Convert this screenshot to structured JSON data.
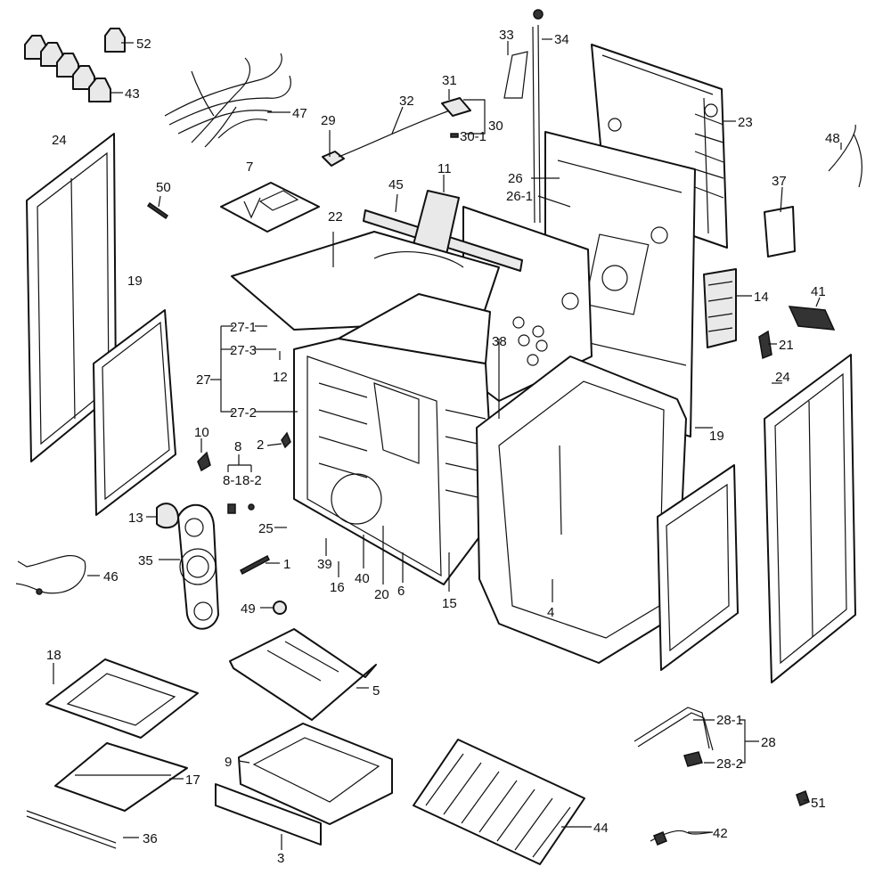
{
  "labels": {
    "l1": "1",
    "l2": "2",
    "l3": "3",
    "l4": "4",
    "l5": "5",
    "l6": "6",
    "l7": "7",
    "l8": "8",
    "l8_1": "8-1",
    "l8_2": "8-2",
    "l9": "9",
    "l10": "10",
    "l11": "11",
    "l12": "12",
    "l13": "13",
    "l14": "14",
    "l15": "15",
    "l16": "16",
    "l17": "17",
    "l18": "18",
    "l19a": "19",
    "l19b": "19",
    "l20": "20",
    "l21": "21",
    "l22": "22",
    "l23": "23",
    "l24a": "24",
    "l24b": "24",
    "l25": "25",
    "l26": "26",
    "l26_1": "26-1",
    "l27": "27",
    "l27_1": "27-1",
    "l27_2": "27-2",
    "l27_3": "27-3",
    "l28": "28",
    "l28_1": "28-1",
    "l28_2": "28-2",
    "l29": "29",
    "l30": "30",
    "l30_1": "30-1",
    "l31": "31",
    "l32": "32",
    "l33": "33",
    "l34": "34",
    "l35": "35",
    "l36": "36",
    "l37": "37",
    "l38": "38",
    "l39": "39",
    "l40": "40",
    "l41": "41",
    "l42": "42",
    "l43": "43",
    "l44": "44",
    "l45": "45",
    "l46": "46",
    "l47": "47",
    "l48": "48",
    "l49": "49",
    "l50": "50",
    "l51": "51",
    "l52": "52"
  }
}
